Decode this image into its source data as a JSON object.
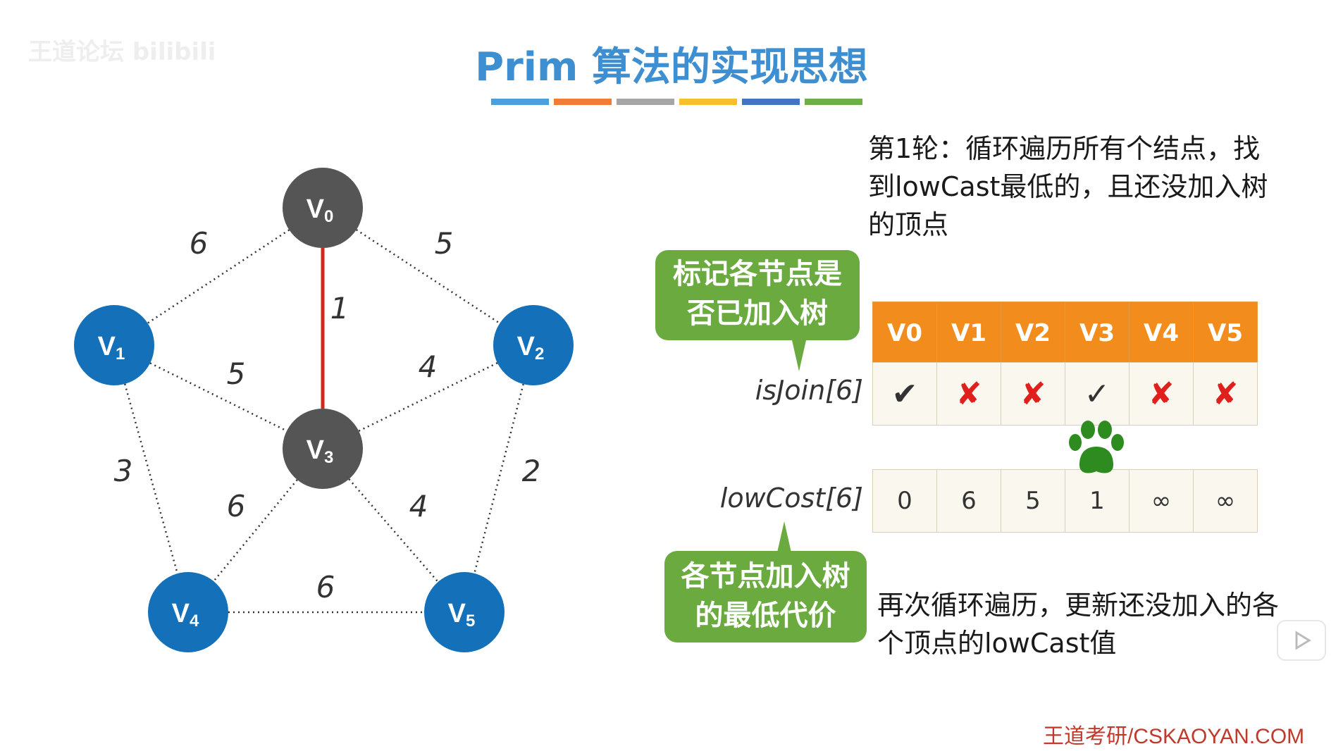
{
  "watermark": "王道论坛 bilibili",
  "title": "Prim 算法的实现思想",
  "title_bar_colors": [
    "#4a9fdc",
    "#f07d33",
    "#a6a6a6",
    "#f5c02a",
    "#4472c4",
    "#70ad47"
  ],
  "graph": {
    "nodes": [
      {
        "id": "V0",
        "label": "V",
        "sub": "0",
        "joined": true
      },
      {
        "id": "V1",
        "label": "V",
        "sub": "1",
        "joined": false
      },
      {
        "id": "V2",
        "label": "V",
        "sub": "2",
        "joined": false
      },
      {
        "id": "V3",
        "label": "V",
        "sub": "3",
        "joined": true
      },
      {
        "id": "V4",
        "label": "V",
        "sub": "4",
        "joined": false
      },
      {
        "id": "V5",
        "label": "V",
        "sub": "5",
        "joined": false
      }
    ],
    "edges": [
      {
        "from": "V0",
        "to": "V1",
        "weight": "6",
        "selected": false
      },
      {
        "from": "V0",
        "to": "V2",
        "weight": "5",
        "selected": false
      },
      {
        "from": "V0",
        "to": "V3",
        "weight": "1",
        "selected": true
      },
      {
        "from": "V1",
        "to": "V3",
        "weight": "5",
        "selected": false
      },
      {
        "from": "V2",
        "to": "V3",
        "weight": "4",
        "selected": false
      },
      {
        "from": "V1",
        "to": "V4",
        "weight": "3",
        "selected": false
      },
      {
        "from": "V2",
        "to": "V5",
        "weight": "2",
        "selected": false
      },
      {
        "from": "V3",
        "to": "V4",
        "weight": "6",
        "selected": false
      },
      {
        "from": "V3",
        "to": "V5",
        "weight": "4",
        "selected": false
      },
      {
        "from": "V4",
        "to": "V5",
        "weight": "6",
        "selected": false
      }
    ],
    "colors": {
      "joined": "#555555",
      "unjoined": "#1470b8",
      "selected_edge": "#d0281c",
      "edge": "#333333"
    }
  },
  "note_top": "第1轮：循环遍历所有个结点，找到lowCast最低的，且还没加入树的顶点",
  "note_bottom": "再次循环遍历，更新还没加入的各个顶点的lowCast值",
  "callout_isjoin": {
    "line1": "标记各节点是",
    "line2": "否已加入树"
  },
  "callout_lowcost": {
    "line1": "各节点加入树",
    "line2": "的最低代价"
  },
  "isjoin_label": "isJoin[6]",
  "lowcost_label": "lowCost[6]",
  "table": {
    "headers": [
      "V0",
      "V1",
      "V2",
      "V3",
      "V4",
      "V5"
    ],
    "isjoin": [
      {
        "mark": "✔",
        "state": "yes"
      },
      {
        "mark": "✘",
        "state": "no"
      },
      {
        "mark": "✘",
        "state": "no"
      },
      {
        "mark": "✓",
        "state": "yes"
      },
      {
        "mark": "✘",
        "state": "no"
      },
      {
        "mark": "✘",
        "state": "no"
      }
    ],
    "lowcost": [
      "0",
      "6",
      "5",
      "1",
      "∞",
      "∞"
    ]
  },
  "pointer_icon": "paw-icon",
  "pointer_color": "#2e8b20",
  "footer": "王道考研/CSKAOYAN.COM"
}
